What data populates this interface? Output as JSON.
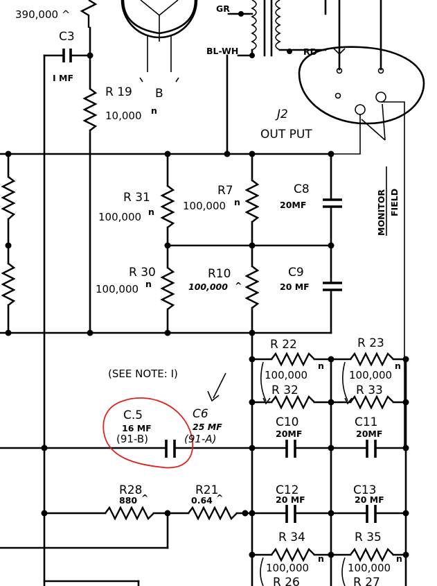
{
  "components": {
    "r_top": {
      "value": "390,000 ^"
    },
    "c3": {
      "ref": "C3",
      "value": "I MF"
    },
    "r19": {
      "ref": "R 19",
      "value": "10,000",
      "ohm": "n"
    },
    "tube_pin": "B",
    "transformer": {
      "gr": "GR",
      "blwh": "BL-WH",
      "rd": "RD"
    },
    "j2": {
      "ref": "J2",
      "label": "OUT PUT"
    },
    "monitor_field": {
      "monitor": "MONITOR",
      "field": "FIELD"
    },
    "r31": {
      "ref": "R 31",
      "value": "100,000",
      "ohm": "n"
    },
    "r7": {
      "ref": "R7",
      "value": "100,000",
      "ohm": "n"
    },
    "c8": {
      "ref": "C8",
      "value": "20MF"
    },
    "r30": {
      "ref": "R 30",
      "value": "100,000",
      "ohm": "n"
    },
    "r10": {
      "ref": "R10",
      "value": "100,000",
      "ohm": "^"
    },
    "c9": {
      "ref": "C9",
      "value": "20 MF"
    },
    "r22": {
      "ref": "R 22"
    },
    "r23": {
      "ref": "R 23"
    },
    "r32": {
      "ref": "R 32",
      "value": "100,000",
      "ohm": "n"
    },
    "r33": {
      "ref": "R 33",
      "value": "100,000",
      "ohm": "n"
    },
    "note": "(SEE NOTE: I)",
    "c5": {
      "ref": "C.5",
      "value": "16 MF",
      "part": "(91-B)"
    },
    "c6": {
      "ref": "C6",
      "value": "25 MF",
      "part": "(91-A)"
    },
    "c10": {
      "ref": "C10",
      "value": "20MF"
    },
    "c11": {
      "ref": "C11",
      "value": "20MF"
    },
    "r28": {
      "ref": "R28",
      "value": "880",
      "ohm": "^"
    },
    "r21": {
      "ref": "R21",
      "value": "0.64",
      "ohm": "^"
    },
    "c12": {
      "ref": "C12",
      "value": "20 MF"
    },
    "c13": {
      "ref": "C13",
      "value": "20 MF"
    },
    "r34": {
      "ref": "R 34"
    },
    "r35": {
      "ref": "R 35"
    },
    "r26": {
      "ref": "R 26",
      "value": "100,000",
      "ohm": "n"
    },
    "r27": {
      "ref": "R 27",
      "value": "100,000",
      "ohm": "n"
    }
  },
  "colors": {
    "ink": "#000000",
    "markup": "#e0211d",
    "paper": "#ffffff"
  }
}
